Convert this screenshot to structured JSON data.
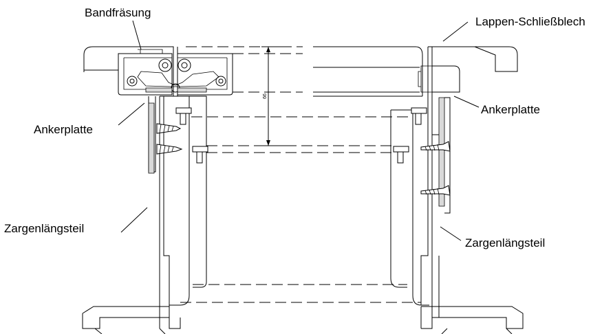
{
  "labels": {
    "bandfraesung": "Bandfräsung",
    "lappen_schliessblech": "Lappen-Schließblech",
    "ankerplatte_left": "Ankerplatte",
    "ankerplatte_right": "Ankerplatte",
    "zargenlaengsteil_left": "Zargenlängsteil",
    "zargenlaengsteil_right": "Zargenlängsteil"
  },
  "dimension": {
    "value": "66"
  }
}
